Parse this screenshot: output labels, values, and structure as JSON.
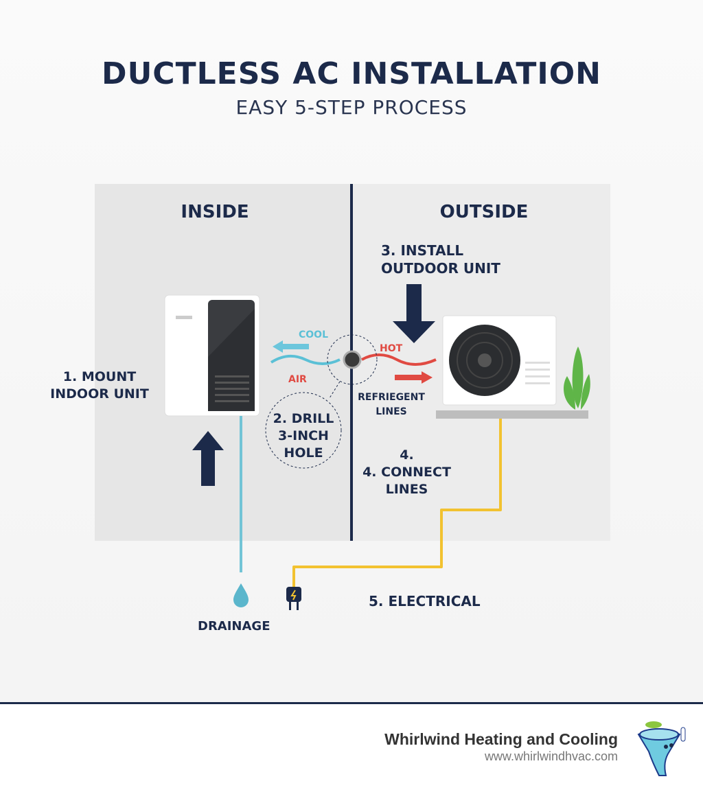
{
  "header": {
    "title": "DUCTLESS AC INSTALLATION",
    "subtitle": "EASY 5-STEP PROCESS"
  },
  "panels": {
    "inside": "INSIDE",
    "outside": "OUTSIDE"
  },
  "steps": {
    "step1_line1": "1. MOUNT",
    "step1_line2": "INDOOR UNIT",
    "step2_line1": "2. DRILL",
    "step2_line2": "3-INCH",
    "step2_line3": "HOLE",
    "step3_line1": "3. INSTALL",
    "step3_line2": "OUTDOOR UNIT",
    "step4_line0": "4.",
    "step4_line1": "4. CONNECT",
    "step4_line2": "LINES",
    "step5": "5. ELECTRICAL"
  },
  "labels": {
    "cool": "COOL",
    "air": "AIR",
    "hot": "HOT",
    "refrigerant_line1": "REFRIEGENT",
    "refrigerant_line2": "LINES",
    "drainage": "DRAINAGE"
  },
  "colors": {
    "navy": "#1c2a4a",
    "cool": "#5bc0d6",
    "hot": "#e04a42",
    "electrical": "#f2c230"
  },
  "footer": {
    "brand": "Whirlwind Heating and Cooling",
    "url": "www.whirlwindhvac.com"
  }
}
